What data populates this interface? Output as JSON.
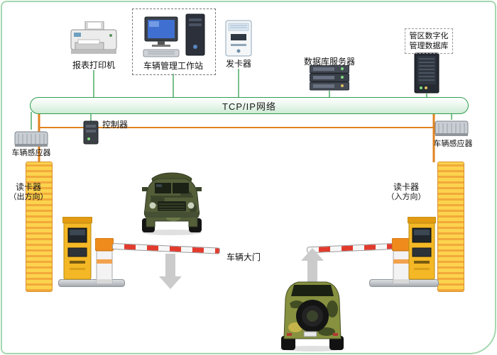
{
  "network": {
    "label": "TCP/IP网络"
  },
  "devices": {
    "printer": {
      "label": "报表打印机"
    },
    "workstation": {
      "label": "车辆管理工作站"
    },
    "card_issuer": {
      "label": "发卡器"
    },
    "db_server": {
      "label": "数据库服务器"
    },
    "district_db": {
      "line1": "管区数字化",
      "line2": "管理数据库"
    },
    "controller": {
      "label": "控制器"
    },
    "sensor_left": {
      "label": "车辆感应器"
    },
    "sensor_right": {
      "label": "车辆感应器"
    },
    "reader_exit": {
      "line1": "读卡器",
      "line2": "（出方向）"
    },
    "reader_entry": {
      "line1": "读卡器",
      "line2": "（入方向）"
    },
    "gate": {
      "label": "车辆大门"
    }
  },
  "colors": {
    "frame_green": "#a4d7ae",
    "network_border": "#2f9e4f",
    "cable_green": "#2f9e4f",
    "cable_orange": "#e0821f",
    "wall_yellow": "#fcd34d",
    "wall_orange": "#f2a93b",
    "machine_yellow": "#f3b722",
    "barrier_red": "#e23b2e",
    "arrow_gray": "#cbcbcb"
  }
}
